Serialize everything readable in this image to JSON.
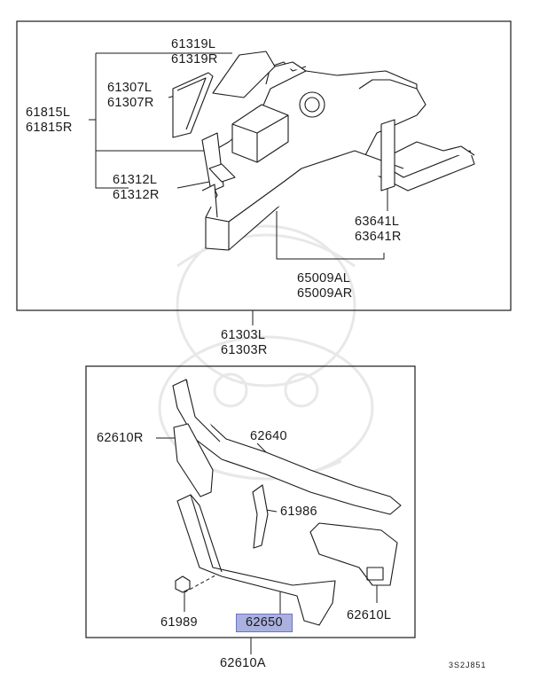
{
  "parts": {
    "top_assembly": {
      "p61319": [
        "61319L",
        "61319R"
      ],
      "p61307": [
        "61307L",
        "61307R"
      ],
      "p61815": [
        "61815L",
        "61815R"
      ],
      "p61312": [
        "61312L",
        "61312R"
      ],
      "p63641": [
        "63641L",
        "63641R"
      ],
      "p65009": [
        "65009AL",
        "65009AR"
      ],
      "p61303": [
        "61303L",
        "61303R"
      ]
    },
    "bottom_assembly": {
      "p62610R": "62610R",
      "p62640": "62640",
      "p61986": "61986",
      "p61989": "61989",
      "p62650": "62650",
      "p62610L": "62610L",
      "p62610A": "62610A"
    }
  },
  "highlighted_part": "62650",
  "highlight_color": "#aab1df",
  "diagram_code": "3S2J851"
}
